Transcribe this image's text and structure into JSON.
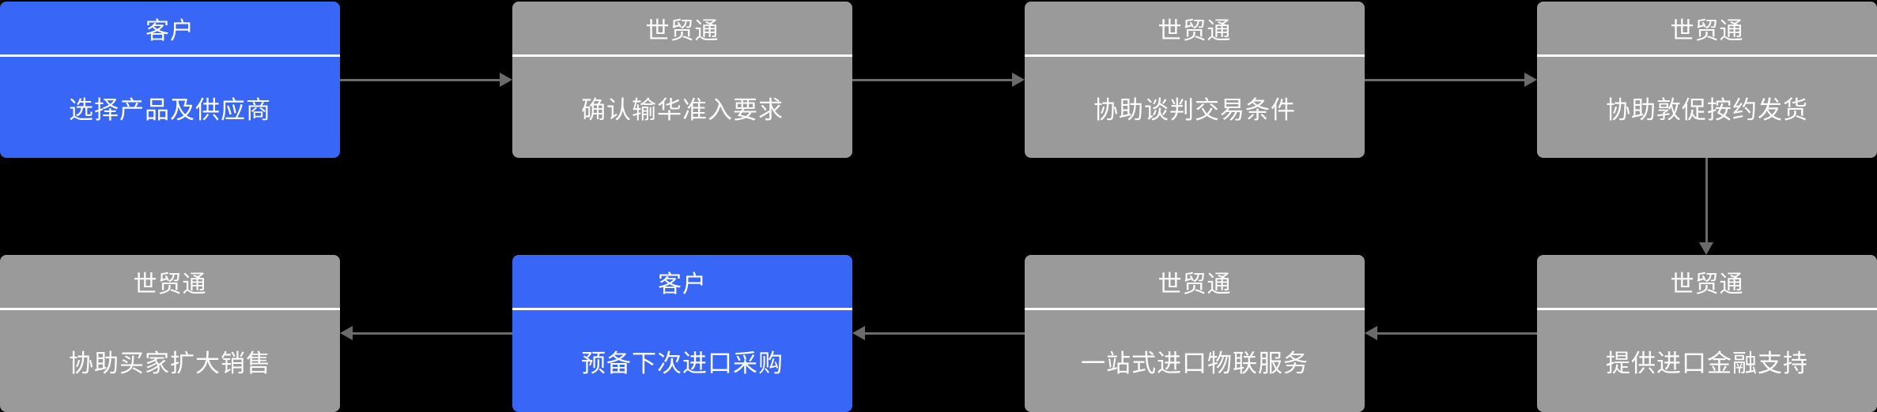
{
  "diagram": {
    "title": "import-service-flowchart",
    "colors": {
      "customer_box": "#3866F7",
      "provider_box": "#9A9A9A",
      "arrow": "#6B6B6B",
      "background": "#000000",
      "text": "#FFFFFF",
      "divider": "#FFFFFF"
    },
    "nodes": [
      {
        "actor": "客户",
        "label": "选择产品及供应商",
        "variant": "customer",
        "position": "row1-col1"
      },
      {
        "actor": "世贸通",
        "label": "确认输华准入要求",
        "variant": "provider",
        "position": "row1-col2"
      },
      {
        "actor": "世贸通",
        "label": "协助谈判交易条件",
        "variant": "provider",
        "position": "row1-col3"
      },
      {
        "actor": "世贸通",
        "label": "协助敦促按约发货",
        "variant": "provider",
        "position": "row1-col4"
      },
      {
        "actor": "世贸通",
        "label": "提供进口金融支持",
        "variant": "provider",
        "position": "row2-col4"
      },
      {
        "actor": "世贸通",
        "label": "一站式进口物联服务",
        "variant": "provider",
        "position": "row2-col3"
      },
      {
        "actor": "客户",
        "label": "预备下次进口采购",
        "variant": "customer",
        "position": "row2-col2"
      },
      {
        "actor": "世贸通",
        "label": "协助买家扩大销售",
        "variant": "provider",
        "position": "row2-col1"
      }
    ],
    "flow_order": [
      "选择产品及供应商 → 确认输华准入要求",
      "确认输华准入要求 → 协助谈判交易条件",
      "协助谈判交易条件 → 协助敦促按约发货",
      "协助敦促按约发货 → 提供进口金融支持",
      "提供进口金融支持 → 一站式进口物联服务",
      "一站式进口物联服务 → 预备下次进口采购",
      "预备下次进口采购 → 协助买家扩大销售"
    ]
  }
}
